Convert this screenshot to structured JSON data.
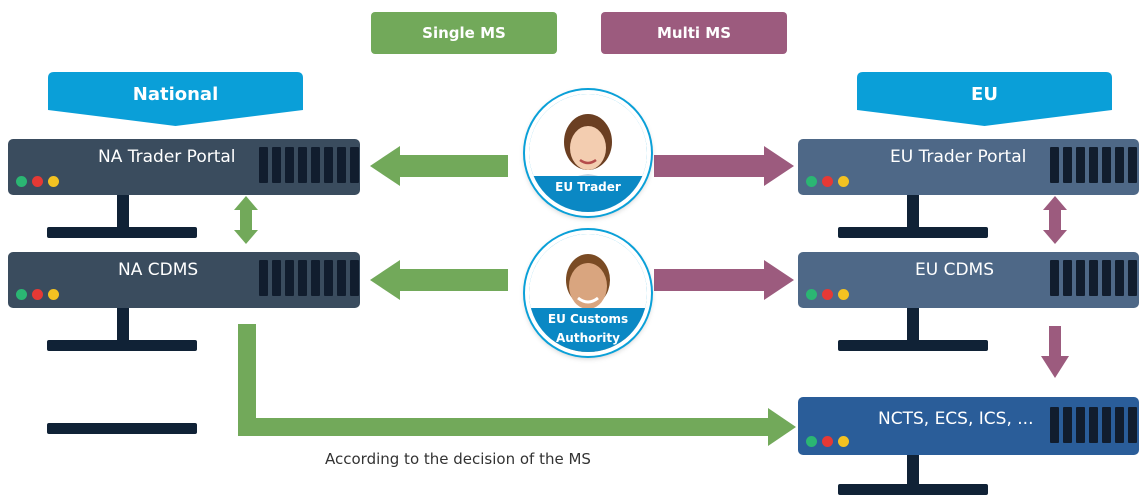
{
  "legend": {
    "single": {
      "label": "Single MS",
      "color": "#72a95a"
    },
    "multi": {
      "label": "Multi MS",
      "color": "#9c5b7e"
    }
  },
  "banners": {
    "national": "National",
    "eu": "EU"
  },
  "servers": {
    "na_trader_portal": "NA Trader Portal",
    "na_cdms": "NA CDMS",
    "eu_trader_portal": "EU Trader Portal",
    "eu_cdms": "EU CDMS",
    "ncts": "NCTS, ECS, ICS, ..."
  },
  "actors": {
    "trader": "EU Trader",
    "customs_line1": "EU Customs",
    "customs_line2": "Authority"
  },
  "note": "According to the decision of the MS",
  "colors": {
    "banner": "#0a9fd8",
    "na_server": "#3a4c5e",
    "eu_server": "#4e6887",
    "ncts_server": "#2a5d99",
    "green_arrow": "#72a95a",
    "purple_arrow": "#9c5b7e",
    "led_green": "#2bb673",
    "led_red": "#e53935",
    "led_yellow": "#f3c221"
  }
}
